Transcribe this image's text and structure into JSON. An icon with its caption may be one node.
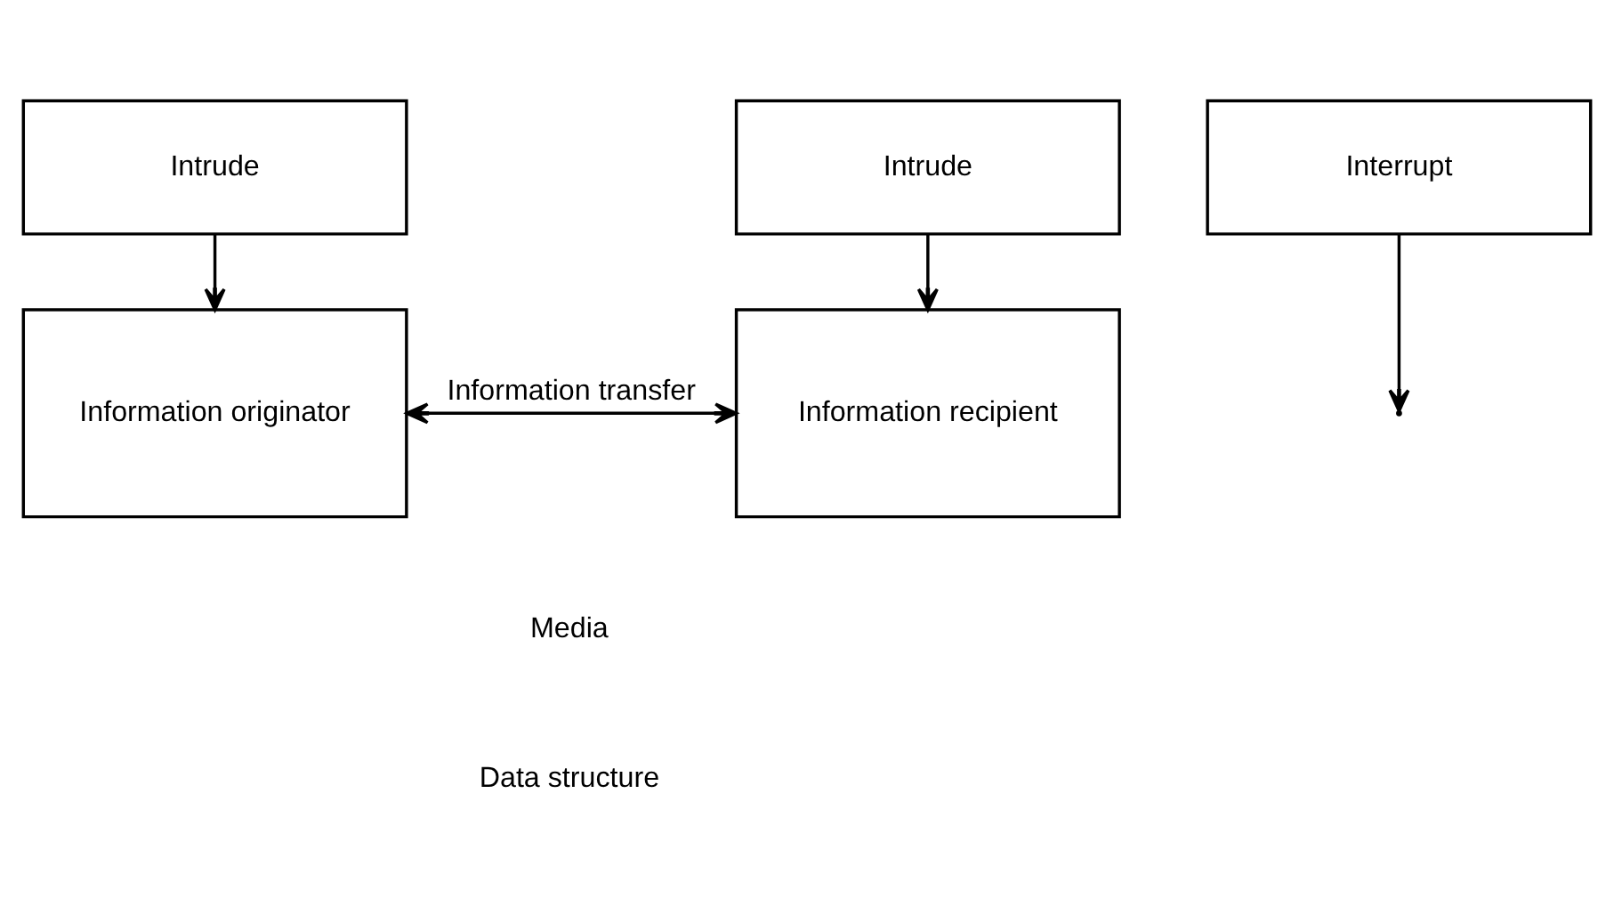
{
  "diagram": {
    "nodes": [
      {
        "text": [
          "Intrude"
        ]
      },
      {
        "text": [
          "Interrupt"
        ]
      },
      {
        "text": [
          "Intrude"
        ]
      },
      {
        "text": [
          "Information originator"
        ]
      },
      {
        "text": [
          "Information recipient"
        ]
      }
    ],
    "edges": [
      {
        "from": 0,
        "to": 3,
        "arrow": "to"
      },
      {
        "from": 2,
        "to": 4,
        "arrow": "to"
      },
      {
        "from": 3,
        "to": 4,
        "arrow": "both",
        "label": "Information transfer"
      },
      {
        "from": 1,
        "to": null,
        "arrow": "to"
      }
    ],
    "labels": [
      "Media",
      "Data structure"
    ]
  }
}
